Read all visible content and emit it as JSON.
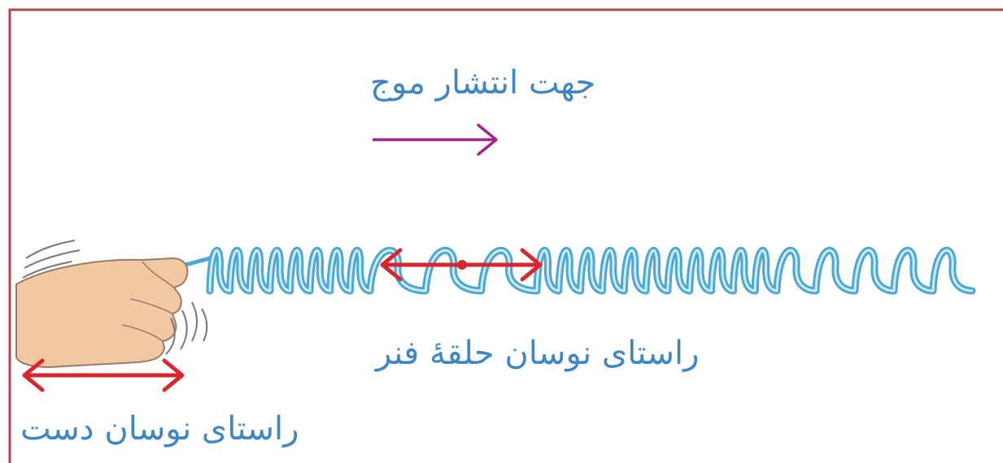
{
  "labels": {
    "wave_direction": "جهت انتشار موج",
    "coil_oscillation": "راستای نوسان حلقهٔ فنر",
    "hand_oscillation": "راستای نوسان دست"
  },
  "colors": {
    "frame": "#b04848",
    "wave_arrow": "#a3248f",
    "oscillation_arrow": "#d9262e",
    "spring": "#49a8d6",
    "spring_light": "#cfe9f5",
    "hand_skin": "#f2c8a2",
    "hand_outline": "#9a7c66",
    "label_text": "#3f86c4"
  },
  "icons": [
    "hand-icon",
    "spring-coil-icon",
    "arrow-right-icon",
    "double-arrow-icon"
  ]
}
